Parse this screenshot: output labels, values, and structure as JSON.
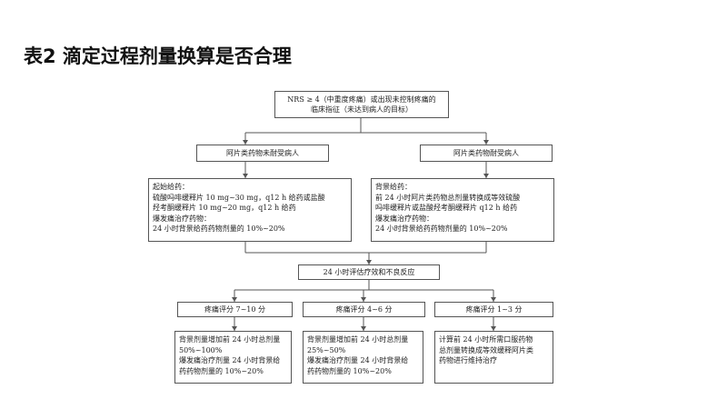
{
  "title": "表2 滴定过程剂量换算是否合理",
  "flowchart": {
    "top": [
      "NRS ≥ 4（中重度疼痛）或出现未控制疼痛的",
      "临床指征（未达到病人的目标）"
    ],
    "branch_left": "阿片类药物未耐受病人",
    "branch_right": "阿片类药物耐受病人",
    "naive_plan": [
      "起始给药：",
      "硫酸吗啡缓释片 10 mg~30 mg，q12 h 给药或盐酸",
      "羟考酮缓释片 10 mg~20 mg，q12 h 给药",
      "爆发痛治疗药物：",
      "24 小时背景给药药物剂量的 10%~20%"
    ],
    "tolerant_plan": [
      "背景给药：",
      "前 24 小时阿片类药物总剂量转换成等效硫酸",
      "吗啡缓释片或盐酸羟考酮缓释片 q12 h 给药",
      "爆发痛治疗药物：",
      "24 小时背景给药药物剂量的 10%~20%"
    ],
    "evaluate": "24 小时评估疗效和不良反应",
    "score_high": "疼痛评分 7~10 分",
    "score_mid": "疼痛评分 4~6 分",
    "score_low": "疼痛评分 1~3 分",
    "action_high": [
      "背景剂量增加前 24 小时总剂量",
      "50%~100%",
      "爆发痛治疗剂量 24 小时背景给",
      "药药物剂量的 10%~20%"
    ],
    "action_mid": [
      "背景剂量增加前 24 小时总剂量",
      "25%~50%",
      "爆发痛治疗剂量 24 小时背景给",
      "药药物剂量的 10%~20%"
    ],
    "action_low": [
      "计算前 24 小时所需口服药物",
      "总剂量转换成等效缓释阿片类",
      "药物进行维持治疗"
    ]
  }
}
